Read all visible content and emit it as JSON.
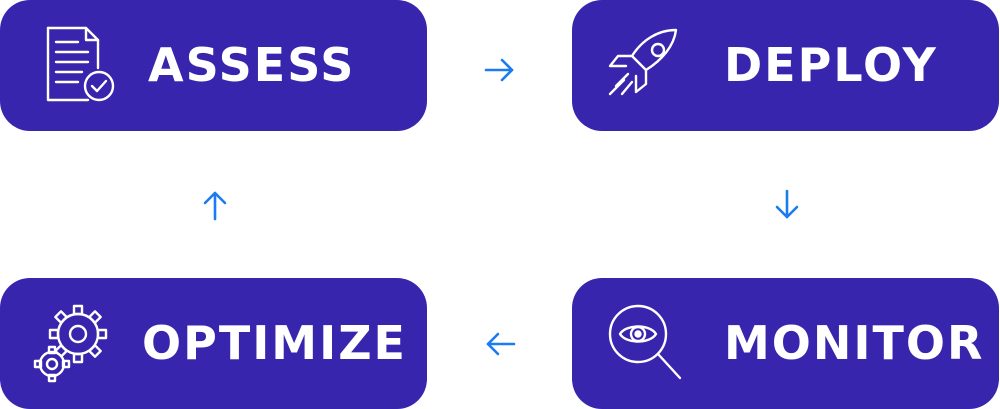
{
  "colors": {
    "card_background": "#3726ad",
    "card_text": "#ffffff",
    "arrow": "#1a7cf0"
  },
  "steps": [
    {
      "label": "ASSESS",
      "icon": "checklist-document-icon"
    },
    {
      "label": "DEPLOY",
      "icon": "rocket-icon"
    },
    {
      "label": "MONITOR",
      "icon": "magnifier-eye-icon"
    },
    {
      "label": "OPTIMIZE",
      "icon": "gears-icon"
    }
  ],
  "arrows": [
    {
      "from": "ASSESS",
      "to": "DEPLOY",
      "direction": "right"
    },
    {
      "from": "DEPLOY",
      "to": "MONITOR",
      "direction": "down"
    },
    {
      "from": "MONITOR",
      "to": "OPTIMIZE",
      "direction": "left"
    },
    {
      "from": "OPTIMIZE",
      "to": "ASSESS",
      "direction": "up"
    }
  ]
}
